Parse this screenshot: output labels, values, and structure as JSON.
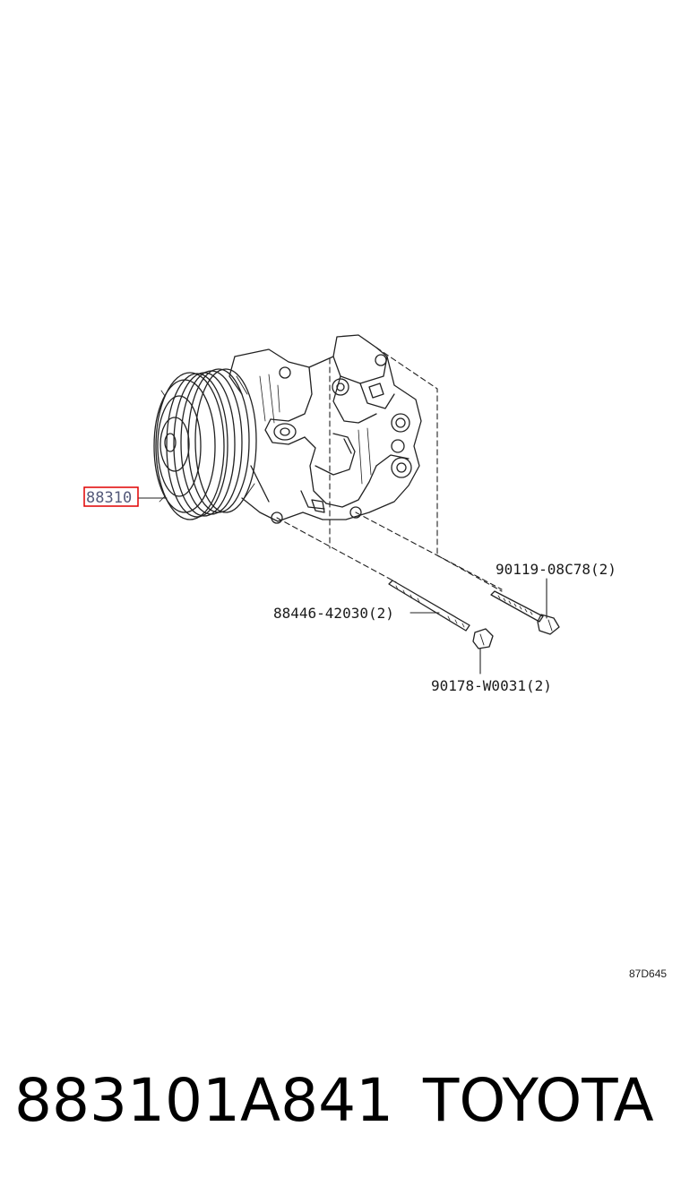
{
  "diagram": {
    "callouts": [
      {
        "id": "compressor",
        "label": "88310",
        "highlighted": true
      },
      {
        "id": "bolt",
        "label": "90119-08C78(2)"
      },
      {
        "id": "stud",
        "label": "88446-42030(2)"
      },
      {
        "id": "nut",
        "label": "90178-W0031(2)"
      }
    ],
    "diagram_code": "87D645",
    "highlight_color": "#e00000"
  },
  "caption": {
    "part_number": "883101A841",
    "brand": "TOYOTA"
  }
}
